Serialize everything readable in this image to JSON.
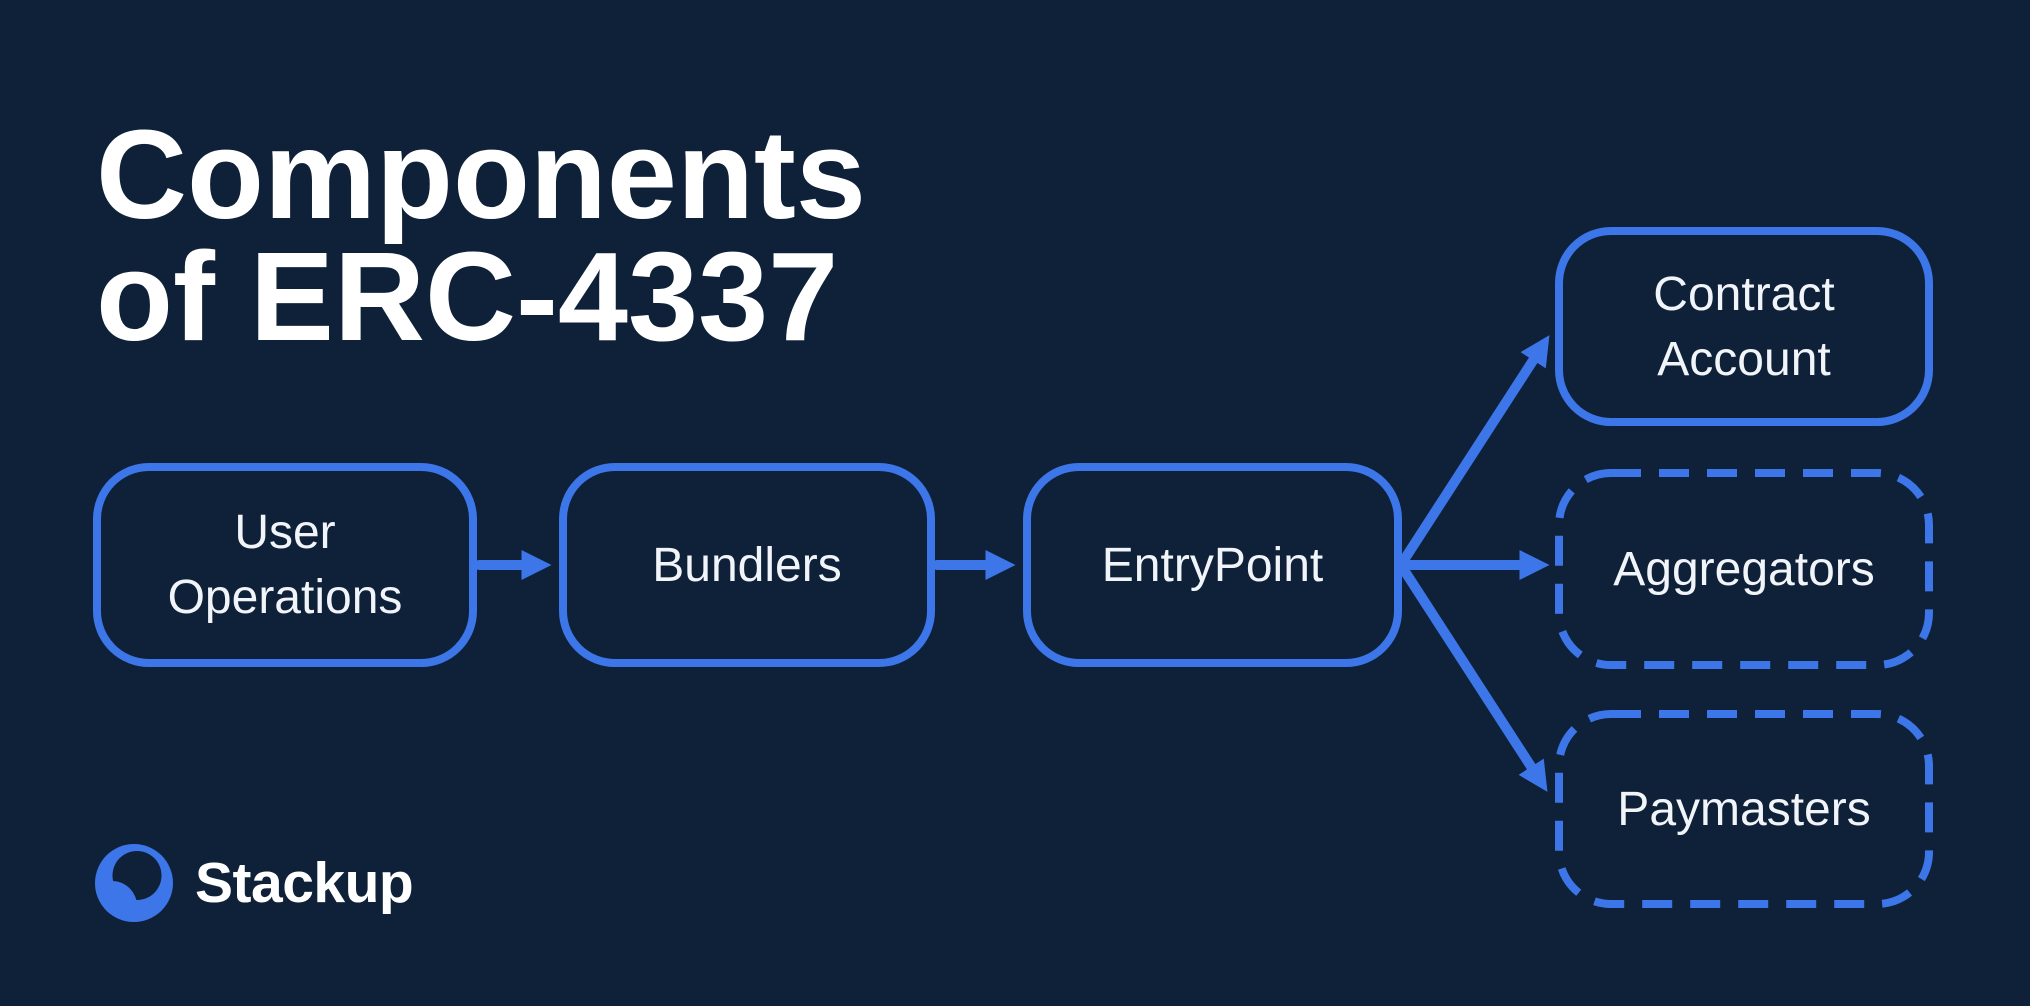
{
  "theme": {
    "background": "#0E2139",
    "accent": "#3C76E8",
    "node_text": "#F1F4F8",
    "title_text": "#FFFFFF"
  },
  "title": {
    "lines": [
      "Components",
      "of ERC-4337"
    ],
    "full_text": "Components of ERC-4337"
  },
  "diagram": {
    "nodes": [
      {
        "id": "user-operations",
        "label": "User\nOperations",
        "border": "solid"
      },
      {
        "id": "bundlers",
        "label": "Bundlers",
        "border": "solid"
      },
      {
        "id": "entrypoint",
        "label": "EntryPoint",
        "border": "solid"
      },
      {
        "id": "contract-account",
        "label": "Contract\nAccount",
        "border": "solid"
      },
      {
        "id": "aggregators",
        "label": "Aggregators",
        "border": "dashed"
      },
      {
        "id": "paymasters",
        "label": "Paymasters",
        "border": "dashed"
      }
    ],
    "edges": [
      {
        "from": "user-operations",
        "to": "bundlers"
      },
      {
        "from": "bundlers",
        "to": "entrypoint"
      },
      {
        "from": "entrypoint",
        "to": "contract-account"
      },
      {
        "from": "entrypoint",
        "to": "aggregators"
      },
      {
        "from": "entrypoint",
        "to": "paymasters"
      }
    ]
  },
  "footer": {
    "brand": "Stackup",
    "logo_icon": "stackup-logo"
  }
}
